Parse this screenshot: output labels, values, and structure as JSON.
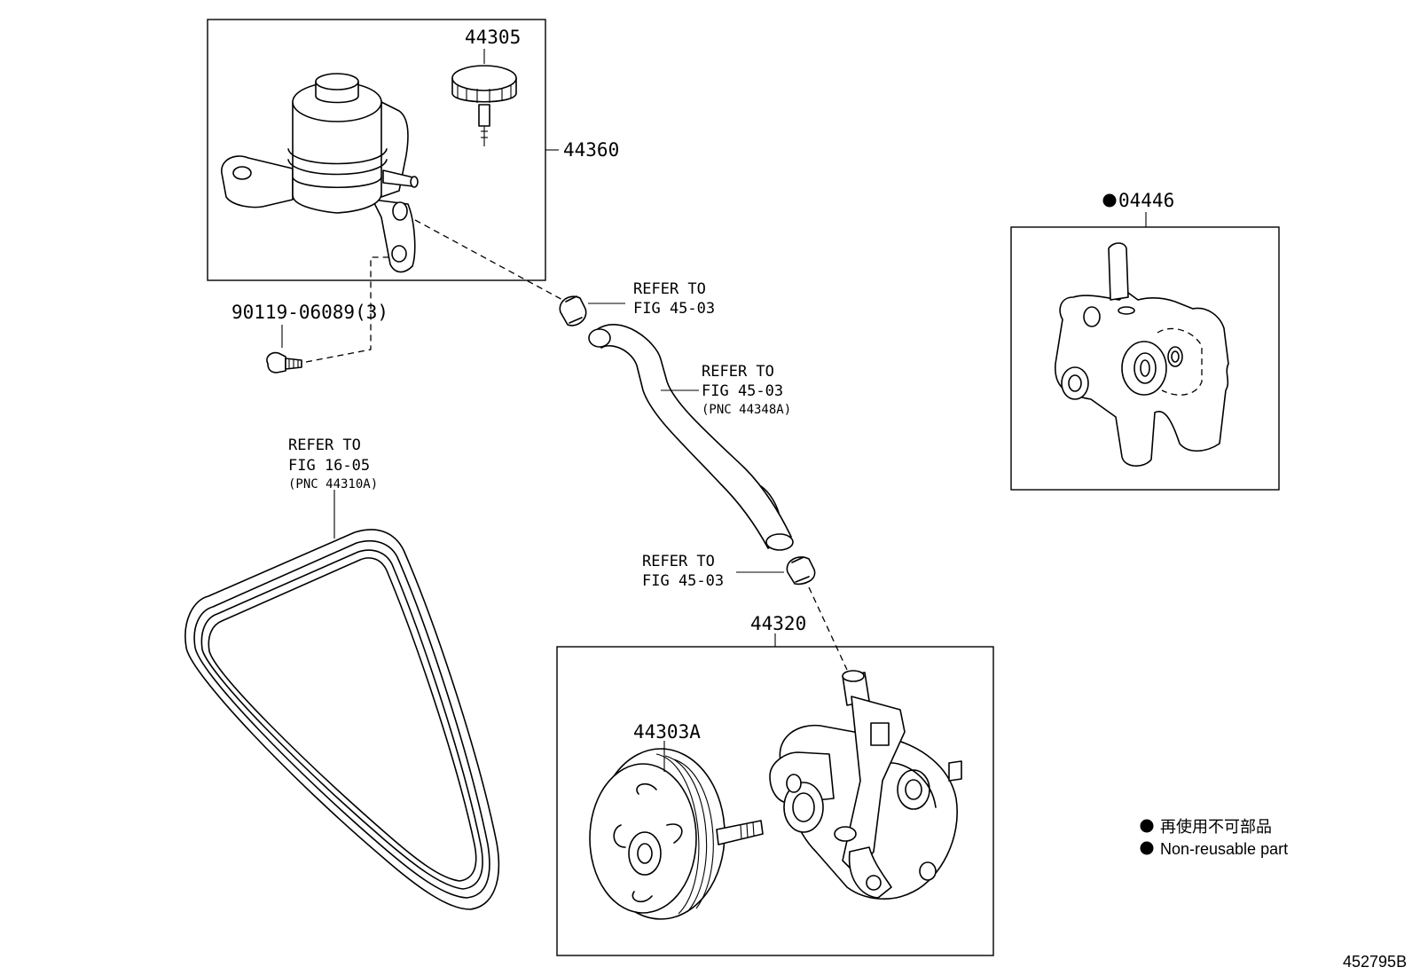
{
  "parts": {
    "p44305": "44305",
    "p44360": "44360",
    "p04446": "04446",
    "p90119": "90119-06089(3)",
    "p44320": "44320",
    "p44303a": "44303A"
  },
  "references": {
    "clamp_top": {
      "line1": "REFER TO",
      "line2": "FIG 45-03"
    },
    "hose": {
      "line1": "REFER TO",
      "line2": "FIG 45-03",
      "line3": "(PNC 44348A)"
    },
    "belt": {
      "line1": "REFER TO",
      "line2": "FIG 16-05",
      "line3": "(PNC 44310A)"
    },
    "clamp_bottom": {
      "line1": "REFER TO",
      "line2": "FIG 45-03"
    }
  },
  "legend": {
    "jp": "再使用不可部品",
    "en": "Non-reusable part"
  },
  "figure_id": "452795B"
}
